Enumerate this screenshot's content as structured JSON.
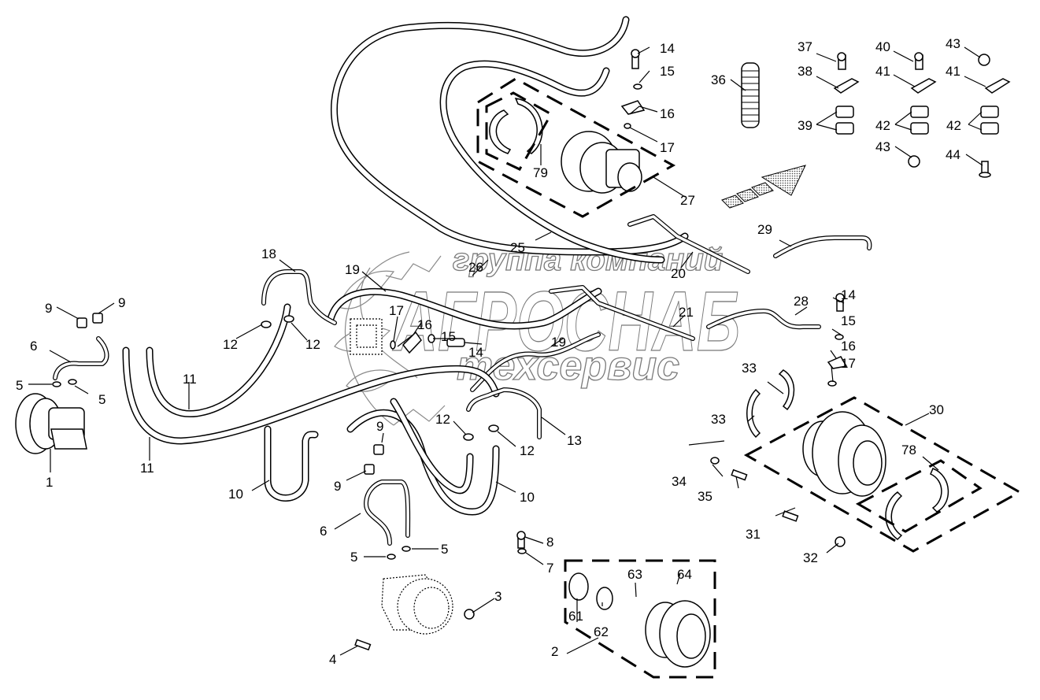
{
  "diagram": {
    "type": "exploded parts diagram — hydraulic travel motor hoses",
    "watermark": {
      "line1": "группа компаний",
      "line2": "АГРОСНАБ",
      "line3": "техсервис"
    },
    "callouts": [
      {
        "id": "c1",
        "text": "1"
      },
      {
        "id": "c2",
        "text": "2"
      },
      {
        "id": "c3",
        "text": "3"
      },
      {
        "id": "c4",
        "text": "4"
      },
      {
        "id": "c5a",
        "text": "5"
      },
      {
        "id": "c5b",
        "text": "5"
      },
      {
        "id": "c5c",
        "text": "5"
      },
      {
        "id": "c5d",
        "text": "5"
      },
      {
        "id": "c6a",
        "text": "6"
      },
      {
        "id": "c6b",
        "text": "6"
      },
      {
        "id": "c7",
        "text": "7"
      },
      {
        "id": "c8",
        "text": "8"
      },
      {
        "id": "c9a",
        "text": "9"
      },
      {
        "id": "c9b",
        "text": "9"
      },
      {
        "id": "c9c",
        "text": "9"
      },
      {
        "id": "c9d",
        "text": "9"
      },
      {
        "id": "c10a",
        "text": "10"
      },
      {
        "id": "c10b",
        "text": "10"
      },
      {
        "id": "c11a",
        "text": "11"
      },
      {
        "id": "c11b",
        "text": "11"
      },
      {
        "id": "c12a",
        "text": "12"
      },
      {
        "id": "c12b",
        "text": "12"
      },
      {
        "id": "c12c",
        "text": "12"
      },
      {
        "id": "c12d",
        "text": "12"
      },
      {
        "id": "c13",
        "text": "13"
      },
      {
        "id": "c14a",
        "text": "14"
      },
      {
        "id": "c14b",
        "text": "14"
      },
      {
        "id": "c14c",
        "text": "14"
      },
      {
        "id": "c15a",
        "text": "15"
      },
      {
        "id": "c15b",
        "text": "15"
      },
      {
        "id": "c15c",
        "text": "15"
      },
      {
        "id": "c16a",
        "text": "16"
      },
      {
        "id": "c16b",
        "text": "16"
      },
      {
        "id": "c16c",
        "text": "16"
      },
      {
        "id": "c17a",
        "text": "17"
      },
      {
        "id": "c17b",
        "text": "17"
      },
      {
        "id": "c17c",
        "text": "17"
      },
      {
        "id": "c18",
        "text": "18"
      },
      {
        "id": "c19a",
        "text": "19"
      },
      {
        "id": "c19b",
        "text": "19"
      },
      {
        "id": "c20",
        "text": "20"
      },
      {
        "id": "c21",
        "text": "21"
      },
      {
        "id": "c25",
        "text": "25"
      },
      {
        "id": "c26",
        "text": "26"
      },
      {
        "id": "c27",
        "text": "27"
      },
      {
        "id": "c28",
        "text": "28"
      },
      {
        "id": "c29",
        "text": "29"
      },
      {
        "id": "c30",
        "text": "30"
      },
      {
        "id": "c31",
        "text": "31"
      },
      {
        "id": "c32",
        "text": "32"
      },
      {
        "id": "c33a",
        "text": "33"
      },
      {
        "id": "c33b",
        "text": "33"
      },
      {
        "id": "c34",
        "text": "34"
      },
      {
        "id": "c35",
        "text": "35"
      },
      {
        "id": "c36",
        "text": "36"
      },
      {
        "id": "c37",
        "text": "37"
      },
      {
        "id": "c38",
        "text": "38"
      },
      {
        "id": "c39",
        "text": "39"
      },
      {
        "id": "c40",
        "text": "40"
      },
      {
        "id": "c41a",
        "text": "41"
      },
      {
        "id": "c41b",
        "text": "41"
      },
      {
        "id": "c42a",
        "text": "42"
      },
      {
        "id": "c42b",
        "text": "42"
      },
      {
        "id": "c43a",
        "text": "43"
      },
      {
        "id": "c43b",
        "text": "43"
      },
      {
        "id": "c44",
        "text": "44"
      },
      {
        "id": "c61",
        "text": "61"
      },
      {
        "id": "c62",
        "text": "62"
      },
      {
        "id": "c63",
        "text": "63"
      },
      {
        "id": "c64",
        "text": "64"
      },
      {
        "id": "c78",
        "text": "78"
      },
      {
        "id": "c79",
        "text": "79"
      }
    ]
  }
}
